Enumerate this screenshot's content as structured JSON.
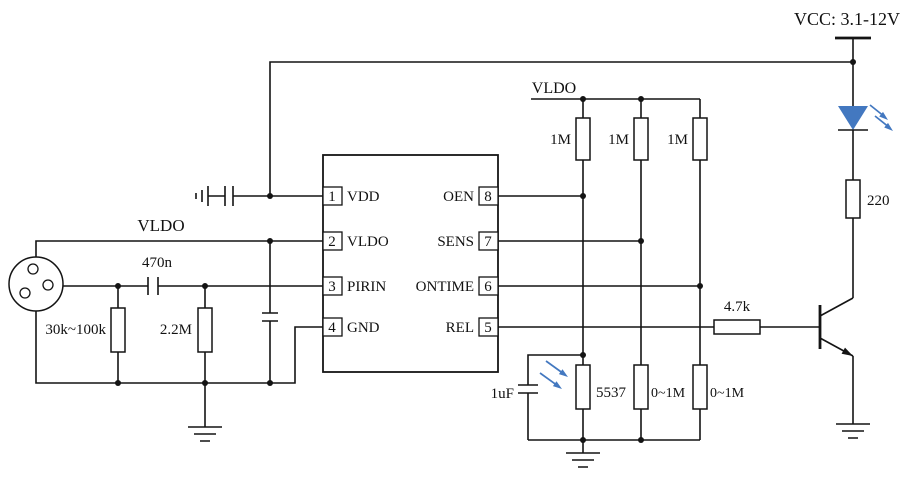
{
  "colors": {
    "wire": "#141414",
    "accent_blue": "#4378c0",
    "background": "#ffffff"
  },
  "power": {
    "vcc_label": "VCC: 3.1-12V"
  },
  "nets": {
    "vldo_left": "VLDO",
    "vldo_right": "VLDO"
  },
  "ic": {
    "left_pins": [
      {
        "num": "1",
        "name": "VDD"
      },
      {
        "num": "2",
        "name": "VLDO"
      },
      {
        "num": "3",
        "name": "PIRIN"
      },
      {
        "num": "4",
        "name": "GND"
      }
    ],
    "right_pins": [
      {
        "num": "8",
        "name": "OEN"
      },
      {
        "num": "7",
        "name": "SENS"
      },
      {
        "num": "6",
        "name": "ONTIME"
      },
      {
        "num": "5",
        "name": "REL"
      }
    ]
  },
  "components": {
    "r_input": "30k~100k",
    "c_coupling": "470n",
    "r_feedback": "2.2M",
    "r_pullup_1": "1M",
    "r_pullup_2": "1M",
    "r_pullup_3": "1M",
    "ldr": "5537",
    "r_adjust_1": "0~1M",
    "r_adjust_2": "0~1M",
    "c_filter": "1uF",
    "r_base": "4.7k",
    "r_led": "220"
  }
}
